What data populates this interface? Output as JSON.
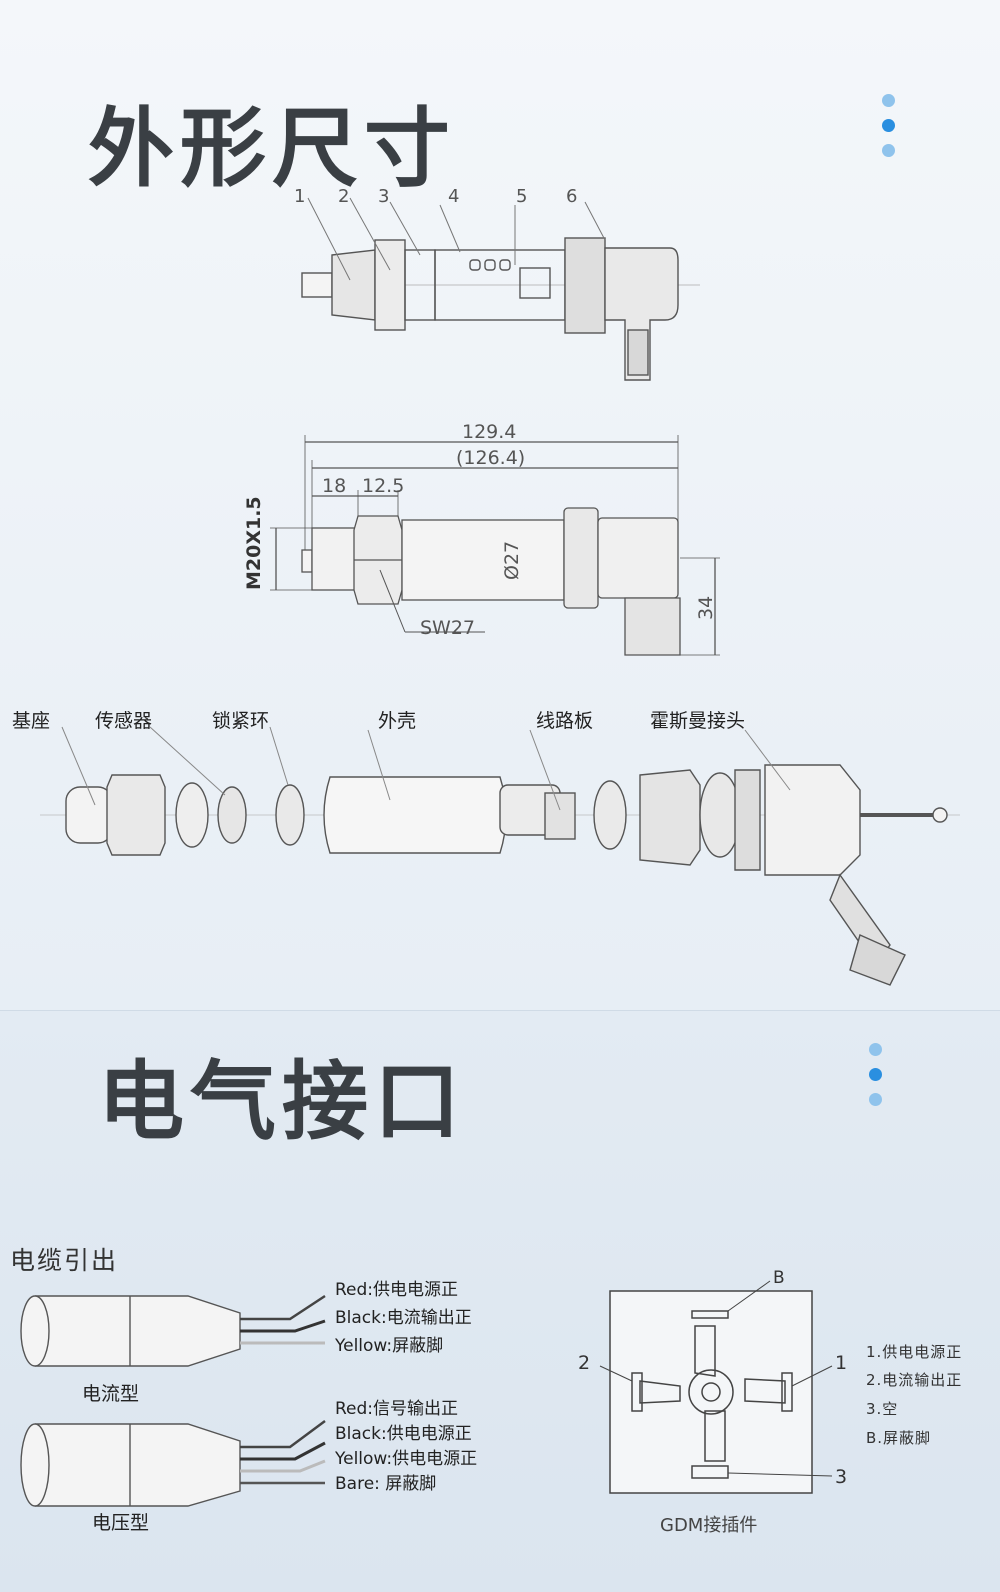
{
  "section1": {
    "title": "外形尺寸",
    "callout_numbers": [
      "1",
      "2",
      "3",
      "4",
      "5",
      "6"
    ],
    "dimensions": {
      "total_length": "129.4",
      "body_length": "(126.4)",
      "thread_len": "18",
      "hex_len": "12.5",
      "thread": "M20X1.5",
      "diameter": "Ø27",
      "hex": "SW27",
      "plug": "34"
    },
    "parts": [
      "基座",
      "传感器",
      "锁紧环",
      "外壳",
      "线路板",
      "霍斯曼接头"
    ]
  },
  "section2": {
    "title": "电气接口",
    "cable_title": "电缆引出",
    "current_type": {
      "label": "电流型",
      "wires": [
        "Red:供电电源正",
        "Black:电流输出正",
        "Yellow:屏蔽脚"
      ]
    },
    "voltage_type": {
      "label": "电压型",
      "wires": [
        "Red:信号输出正",
        "Black:供电电源正",
        "Yellow:供电电源正",
        "Bare: 屏蔽脚"
      ]
    },
    "gdm": {
      "label": "GDM接插件",
      "pins": [
        "B",
        "2",
        "1",
        "3"
      ],
      "legend": [
        "1.供电电源正",
        "2.电流输出正",
        "3.空",
        "B.屏蔽脚"
      ]
    }
  },
  "colors": {
    "accent": "#2a8fe0",
    "dot": "#8fc3ec",
    "title": "#3a3f44"
  }
}
